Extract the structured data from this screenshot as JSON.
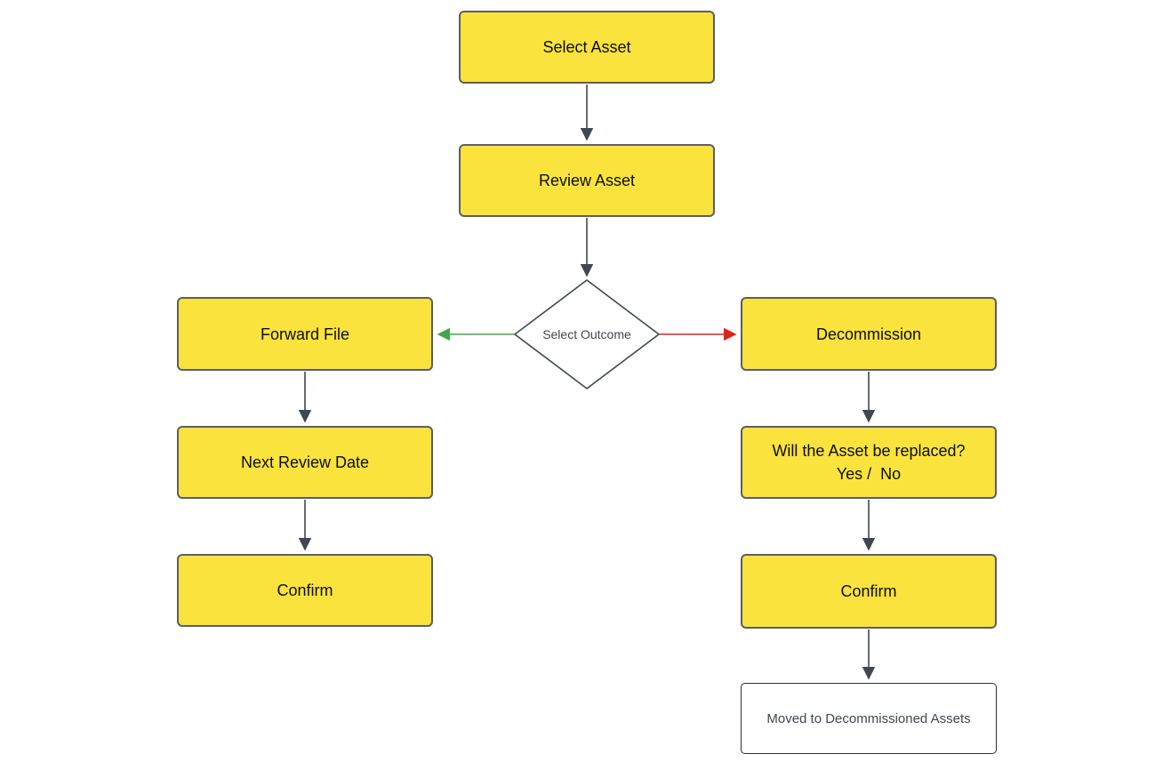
{
  "colors": {
    "node_fill": "#FAE33C",
    "node_border": "#5E5E5E",
    "connector": "#3E4753",
    "connector_green": "#3FA845",
    "connector_red": "#E32119"
  },
  "nodes": {
    "select_asset": {
      "label": "Select Asset"
    },
    "review_asset": {
      "label": "Review Asset"
    },
    "select_outcome": {
      "label": "Select Outcome"
    },
    "forward_file": {
      "label": "Forward File"
    },
    "next_review_date": {
      "label": "Next Review Date"
    },
    "confirm_left": {
      "label": "Confirm"
    },
    "decommission": {
      "label": "Decommission"
    },
    "will_replace": {
      "line1": "Will the Asset be replaced?",
      "line2": "Yes /  No"
    },
    "confirm_right": {
      "label": "Confirm"
    },
    "moved_assets": {
      "label": "Moved to Decommissioned Assets"
    }
  }
}
